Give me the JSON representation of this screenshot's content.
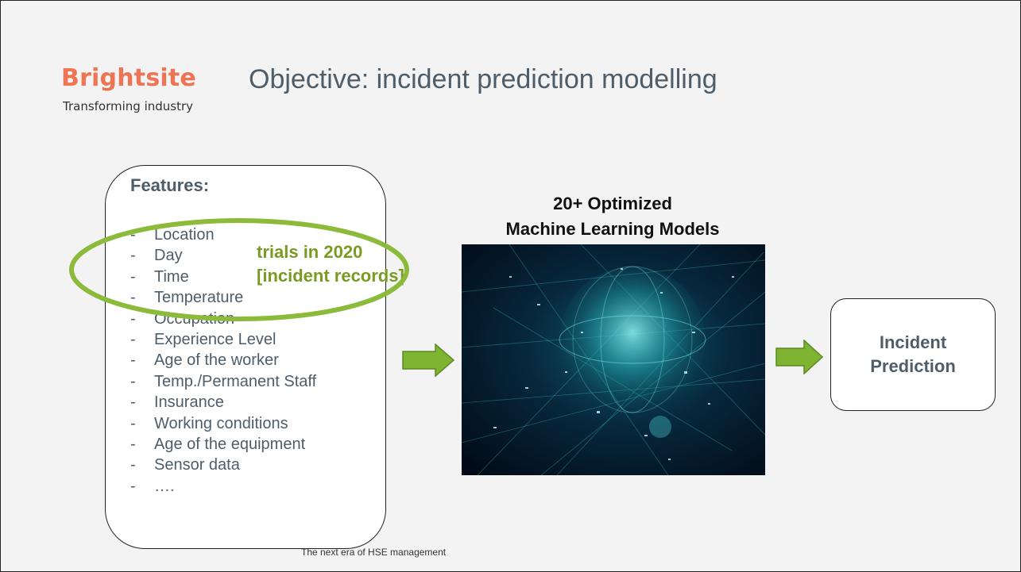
{
  "header": {
    "brand": "Brightsite",
    "tagline": "Transforming industry",
    "title": "Objective: incident prediction modelling"
  },
  "features": {
    "heading": "Features:",
    "items": [
      "Location",
      "Day",
      "Time",
      "Temperature",
      "Occupation",
      "Experience Level",
      "Age of the worker",
      "Temp./Permanent Staff",
      "Insurance",
      "Working conditions",
      "Age of the equipment",
      "Sensor data",
      "…."
    ],
    "bullet": "-"
  },
  "callout": {
    "line1": "trials in 2020",
    "line2": "[incident records]"
  },
  "models": {
    "line1": "20+ Optimized",
    "line2": "Machine Learning Models"
  },
  "prediction": {
    "line1": "Incident",
    "line2": "Prediction"
  },
  "footer": "The next era of HSE management",
  "colors": {
    "brand": "#ee7454",
    "text": "#4d5d69",
    "highlight": "#7a9a22",
    "arrow": "#7fb432"
  },
  "icons": [
    "right-arrow-icon",
    "highlight-ellipse",
    "network-globe-image"
  ]
}
